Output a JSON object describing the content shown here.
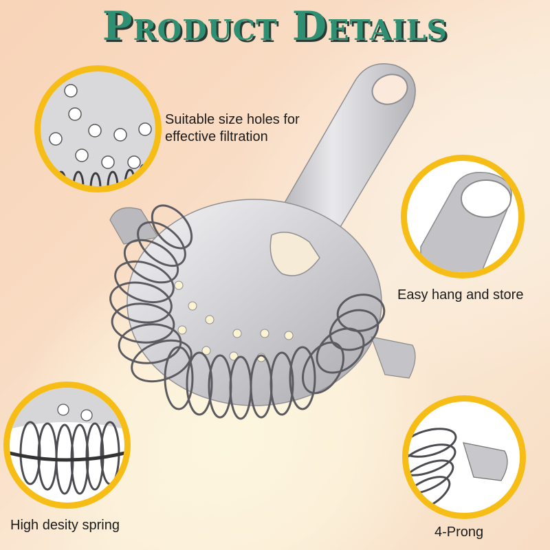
{
  "header": {
    "title": "Product Details"
  },
  "colors": {
    "title": "#2e8f72",
    "title_shadow": "#2a3a32",
    "ring": "#f6bd16",
    "background_peach": "#f8d4b8",
    "background_cream": "#fdf6de",
    "metal": "#c9c9cc"
  },
  "features": [
    {
      "id": "holes",
      "icon": "strainer-holes-closeup",
      "caption": "Suitable size holes for effective filtration"
    },
    {
      "id": "hang",
      "icon": "handle-hole-closeup",
      "caption": "Easy hang and store"
    },
    {
      "id": "spring",
      "icon": "spring-coil-closeup",
      "caption": "High desity spring"
    },
    {
      "id": "prong",
      "icon": "prong-tab-closeup",
      "caption": "4-Prong"
    }
  ],
  "product": {
    "name": "cocktail-strainer-icon"
  }
}
